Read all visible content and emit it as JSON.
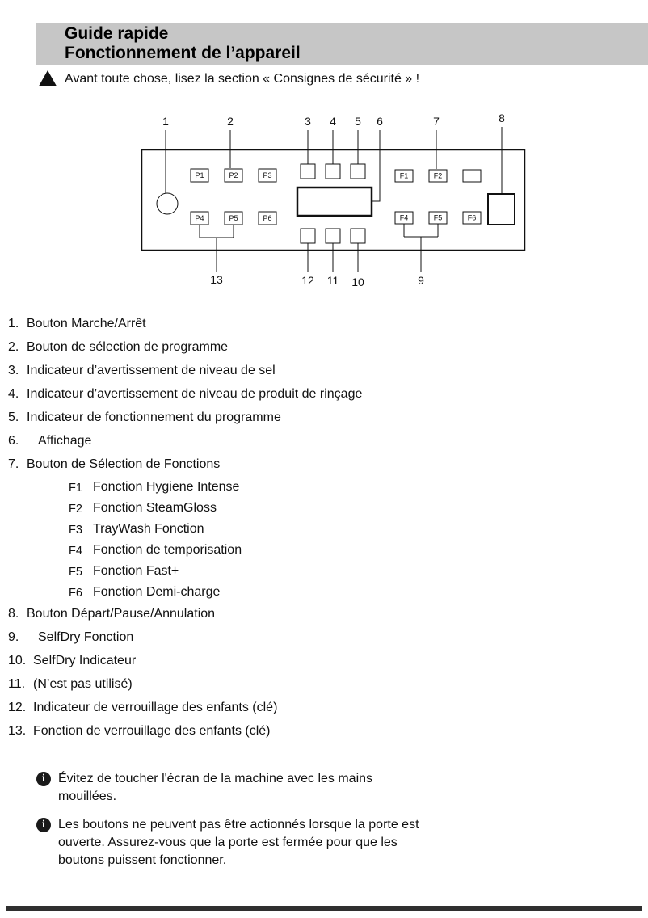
{
  "header": {
    "title_line1": "Guide rapide",
    "title_line2": "Fonctionnement de l’appareil"
  },
  "warning": {
    "text": "Avant toute chose, lisez la section « Consignes de sécurité » !"
  },
  "icons": {
    "warning_glyph": "!",
    "info_glyph": "i"
  },
  "diagram": {
    "callouts_top": [
      "1",
      "2",
      "3",
      "4",
      "5",
      "6",
      "7",
      "8"
    ],
    "callouts_bottom": [
      "13",
      "12",
      "11",
      "10",
      "9"
    ],
    "program_buttons": [
      "P1",
      "P2",
      "P3",
      "P4",
      "P5",
      "P6"
    ],
    "function_buttons": [
      "F1",
      "F2",
      "F4",
      "F5",
      "F6"
    ]
  },
  "legend": {
    "items": [
      {
        "num": "1.",
        "text": "Bouton Marche/Arrêt"
      },
      {
        "num": "2.",
        "text": "Bouton de sélection de programme"
      },
      {
        "num": "3.",
        "text": "Indicateur d’avertissement de niveau de sel"
      },
      {
        "num": "4.",
        "text": "Indicateur d’avertissement de niveau de produit de rinçage"
      },
      {
        "num": "5.",
        "text": "Indicateur de fonctionnement du programme"
      },
      {
        "num": "6.",
        "text": "Affichage"
      },
      {
        "num": "7.",
        "text": "Bouton de Sélection de Fonctions"
      },
      {
        "num": "8.",
        "text": "Bouton Départ/Pause/Annulation"
      },
      {
        "num": "9.",
        "text": "SelfDry Fonction"
      },
      {
        "num": "10.",
        "text": "SelfDry Indicateur"
      },
      {
        "num": "11.",
        "text": "(N’est pas utilisé)"
      },
      {
        "num": "12.",
        "text": "Indicateur de verrouillage des enfants (clé)"
      },
      {
        "num": "13.",
        "text": "Fonction de verrouillage des enfants (clé)"
      }
    ],
    "functions": [
      {
        "code": "F1",
        "text": "Fonction Hygiene Intense"
      },
      {
        "code": "F2",
        "text": "Fonction SteamGloss"
      },
      {
        "code": "F3",
        "text": "TrayWash Fonction"
      },
      {
        "code": "F4",
        "text": "Fonction de temporisation"
      },
      {
        "code": "F5",
        "text": "Fonction Fast+"
      },
      {
        "code": "F6",
        "text": "Fonction Demi-charge"
      }
    ]
  },
  "notes": [
    {
      "text": "Évitez de toucher l'écran de la machine avec les mains mouillées."
    },
    {
      "text": "Les boutons ne peuvent pas être actionnés lorsque la porte est ouverte. Assurez-vous que la porte est fermée pour que les boutons puissent fonctionner."
    }
  ]
}
